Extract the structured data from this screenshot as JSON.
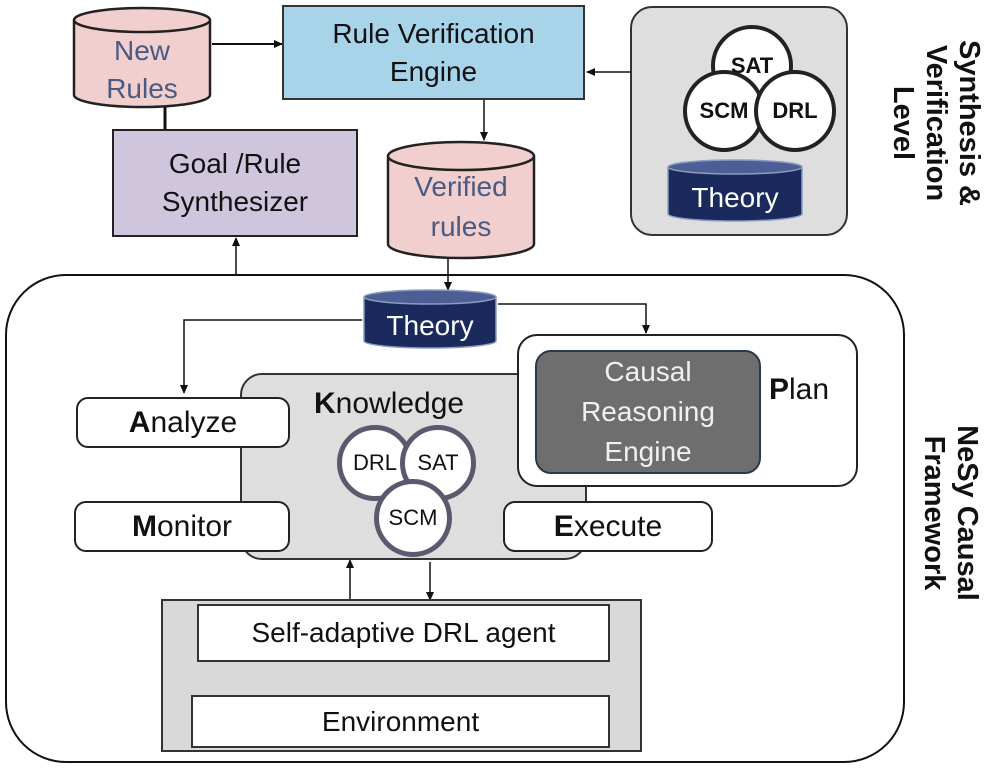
{
  "synthesis": {
    "new_rules_line1": "New",
    "new_rules_line2": "Rules",
    "engine_line1": "Rule Verification",
    "engine_line2": "Engine",
    "synth_line1": "Goal /Rule",
    "synth_line2": "Synthesizer",
    "verified_line1": "Verified",
    "verified_line2": "rules",
    "theory_group": {
      "sat": "SAT",
      "scm": "SCM",
      "drl": "DRL",
      "theory": "Theory"
    },
    "side_line1": "Synthesis &",
    "side_line2": "Verification",
    "side_line3": "Level"
  },
  "framework": {
    "theory": "Theory",
    "analyze": {
      "cap": "A",
      "rest": "nalyze"
    },
    "monitor": {
      "cap": "M",
      "rest": "onitor"
    },
    "execute": {
      "cap": "E",
      "rest": "xecute"
    },
    "plan": {
      "cap": "P",
      "rest": "lan"
    },
    "knowledge": {
      "cap": "K",
      "rest": "nowledge",
      "drl": "DRL",
      "sat": "SAT",
      "scm": "SCM"
    },
    "causal_line1": "Causal",
    "causal_line2": "Reasoning",
    "causal_line3": "Engine",
    "agent": "Self-adaptive DRL agent",
    "environment": "Environment",
    "side_line1": "NeSy Causal",
    "side_line2": "Framework"
  },
  "colors": {
    "cylinder_pink": "#f2cfcf",
    "engine_blue": "#a8d4ea",
    "synth_purple": "#cfc6dd",
    "theory_navy": "#1a2a5c",
    "panel_gray": "#dedede",
    "causal_gray": "#6e6e6e"
  }
}
